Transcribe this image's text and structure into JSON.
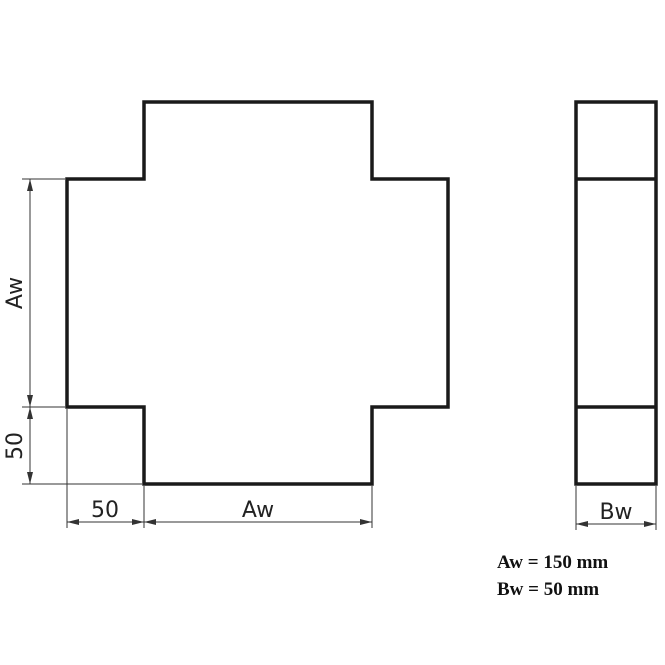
{
  "dimensions": {
    "left_height_label": "Aw",
    "left_offset_label": "50",
    "bottom_offset_label": "50",
    "bottom_width_label": "Aw",
    "side_width_label": "Bw"
  },
  "specs": [
    "Aw = 150 mm",
    "Bw = 50 mm"
  ],
  "colors": {
    "outline": "#1a1a1a",
    "dimension": "#333333",
    "background": "#ffffff"
  }
}
